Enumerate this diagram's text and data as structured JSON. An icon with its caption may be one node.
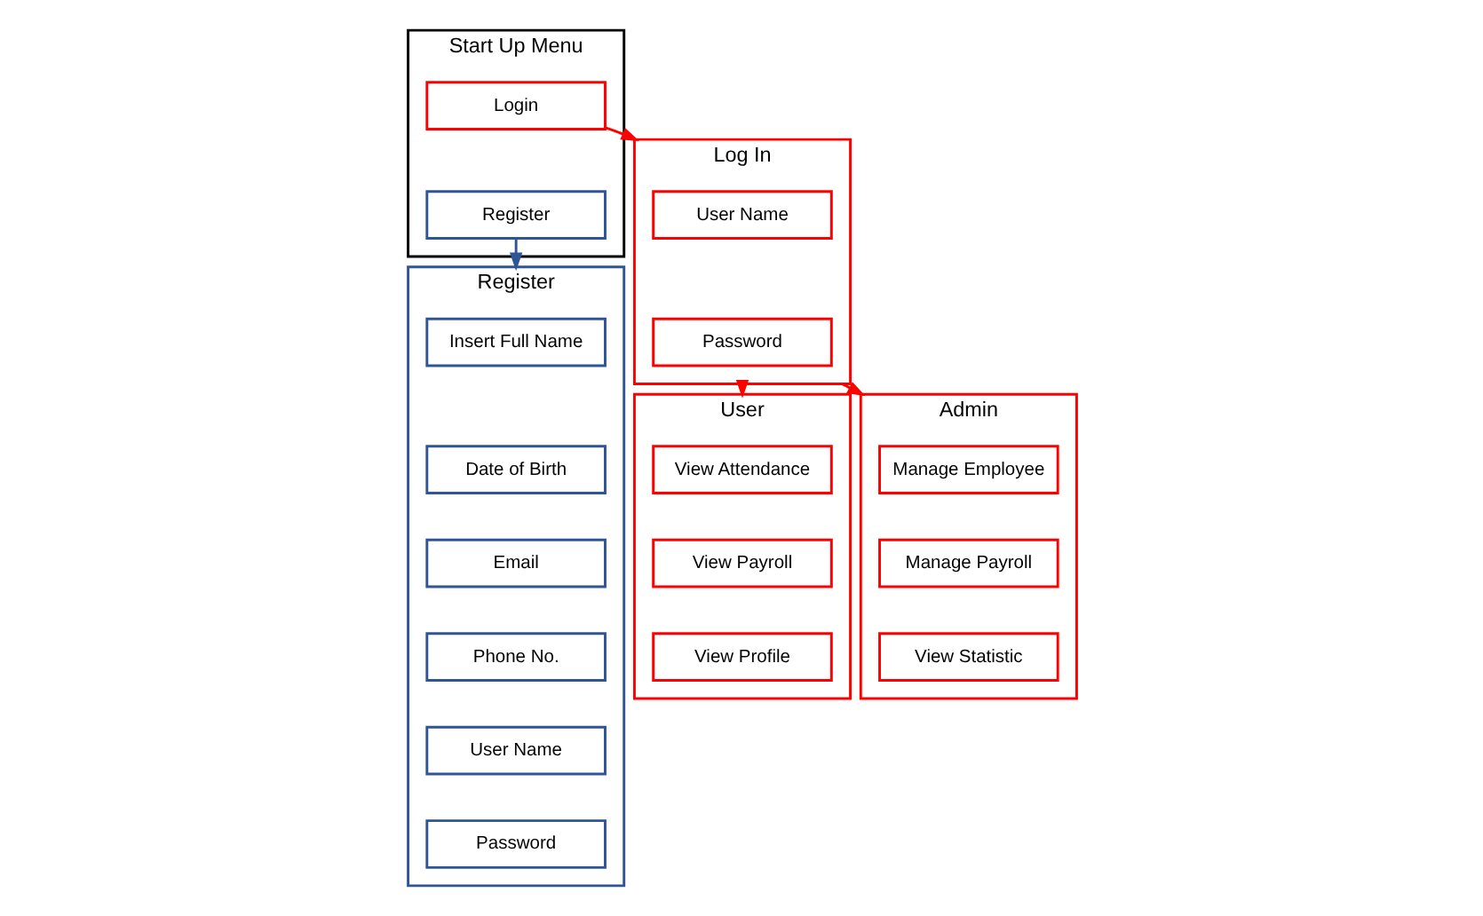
{
  "diagram": {
    "nodes": [
      {
        "text": [
          "Start Up Menu"
        ]
      },
      {
        "text": [
          "Login"
        ],
        "in": 0
      },
      {
        "text": [
          "Register"
        ],
        "in": 0
      },
      {
        "text": [
          "Register"
        ]
      },
      {
        "text": [
          "Insert Full Name"
        ],
        "in": 3
      },
      {
        "text": [
          "Date of Birth"
        ],
        "in": 3
      },
      {
        "text": [
          "Email"
        ],
        "in": 3
      },
      {
        "text": [
          "Phone No."
        ],
        "in": 3
      },
      {
        "text": [
          "User Name"
        ],
        "in": 3
      },
      {
        "text": [
          "Password"
        ],
        "in": 3
      },
      {
        "text": [
          "Log In"
        ]
      },
      {
        "text": [
          "User Name"
        ],
        "in": 10
      },
      {
        "text": [
          "Password"
        ],
        "in": 10
      },
      {
        "text": [
          "User"
        ]
      },
      {
        "text": [
          "View Attendance"
        ],
        "in": 13
      },
      {
        "text": [
          "View Payroll"
        ],
        "in": 13
      },
      {
        "text": [
          "View Profile"
        ],
        "in": 13
      },
      {
        "text": [
          "Admin"
        ]
      },
      {
        "text": [
          "Manage Employee"
        ],
        "in": 17
      },
      {
        "text": [
          "Manage Payroll"
        ],
        "in": 17
      },
      {
        "text": [
          "View Statistic"
        ],
        "in": 17
      }
    ],
    "edges": [
      {
        "from": 1,
        "to": 10,
        "arrow": "to"
      },
      {
        "from": 2,
        "to": 3,
        "arrow": "to",
        "color": "#2f5597"
      },
      {
        "from": 10,
        "to": 13,
        "arrow": "to"
      },
      {
        "from": 10,
        "to": 17,
        "arrow": "to"
      }
    ]
  }
}
